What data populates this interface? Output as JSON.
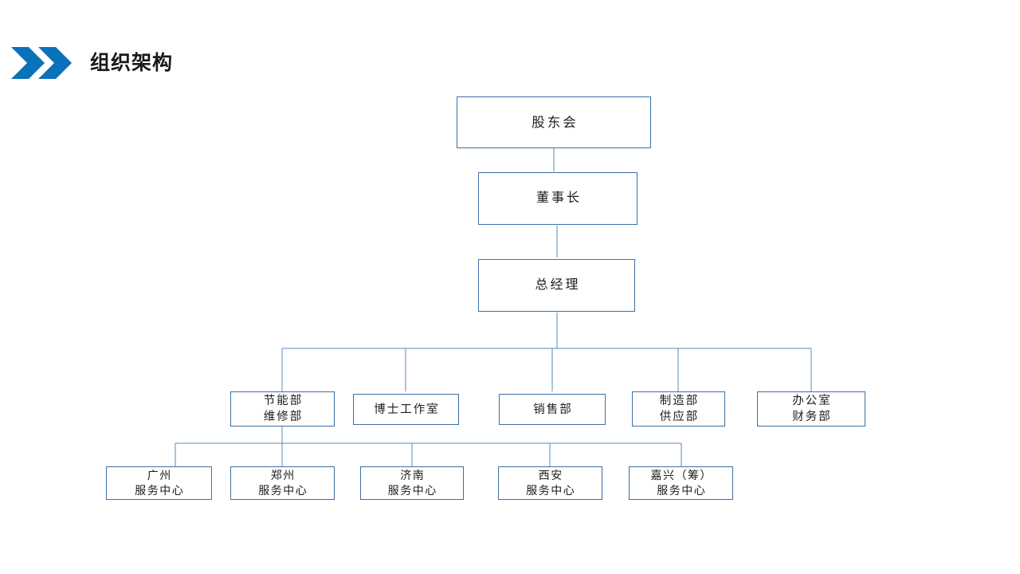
{
  "header": {
    "title": "组织架构",
    "icon": "double-chevron-right-icon",
    "accent_color": "#0b72b9"
  },
  "theme": {
    "background": "#ffffff",
    "box_border_color": "#3c6fa4",
    "connector_color": "#5a8ab8",
    "text_color": "#1c1c1c"
  },
  "chart_data": {
    "type": "diagram",
    "subtype": "organization-chart",
    "title": "组织架构",
    "orientation": "top-down",
    "levels": [
      {
        "level": 1,
        "nodes": [
          "shareholders"
        ]
      },
      {
        "level": 2,
        "nodes": [
          "chairman"
        ]
      },
      {
        "level": 3,
        "nodes": [
          "general-manager"
        ]
      },
      {
        "level": 4,
        "nodes": [
          "energy-maintenance",
          "doctor-studio",
          "sales",
          "manufacturing-supply",
          "office-finance"
        ]
      },
      {
        "level": 5,
        "nodes": [
          "guangzhou",
          "zhengzhou",
          "jinan",
          "xian",
          "jiaxing"
        ]
      }
    ],
    "edges": [
      {
        "from": "shareholders",
        "to": "chairman"
      },
      {
        "from": "chairman",
        "to": "general-manager"
      },
      {
        "from": "general-manager",
        "to": "energy-maintenance"
      },
      {
        "from": "general-manager",
        "to": "doctor-studio"
      },
      {
        "from": "general-manager",
        "to": "sales"
      },
      {
        "from": "general-manager",
        "to": "manufacturing-supply"
      },
      {
        "from": "general-manager",
        "to": "office-finance"
      },
      {
        "from": "energy-maintenance",
        "to": "guangzhou"
      },
      {
        "from": "energy-maintenance",
        "to": "zhengzhou"
      },
      {
        "from": "energy-maintenance",
        "to": "jinan"
      },
      {
        "from": "energy-maintenance",
        "to": "xian"
      },
      {
        "from": "energy-maintenance",
        "to": "jiaxing"
      }
    ]
  },
  "nodes": {
    "shareholders": {
      "lines": [
        "股东会"
      ]
    },
    "chairman": {
      "lines": [
        "董事长"
      ]
    },
    "general_manager": {
      "lines": [
        "总经理"
      ]
    },
    "energy_maintenance": {
      "lines": [
        "节能部",
        "维修部"
      ]
    },
    "doctor_studio": {
      "lines": [
        "博士工作室"
      ]
    },
    "sales": {
      "lines": [
        "销售部"
      ]
    },
    "manufacturing_supply": {
      "lines": [
        "制造部",
        "供应部"
      ]
    },
    "office_finance": {
      "lines": [
        "办公室",
        "财务部"
      ]
    },
    "guangzhou": {
      "lines": [
        "广州",
        "服务中心"
      ]
    },
    "zhengzhou": {
      "lines": [
        "郑州",
        "服务中心"
      ]
    },
    "jinan": {
      "lines": [
        "济南",
        "服务中心"
      ]
    },
    "xian": {
      "lines": [
        "西安",
        "服务中心"
      ]
    },
    "jiaxing": {
      "lines": [
        "嘉兴（筹）",
        "服务中心"
      ]
    }
  }
}
